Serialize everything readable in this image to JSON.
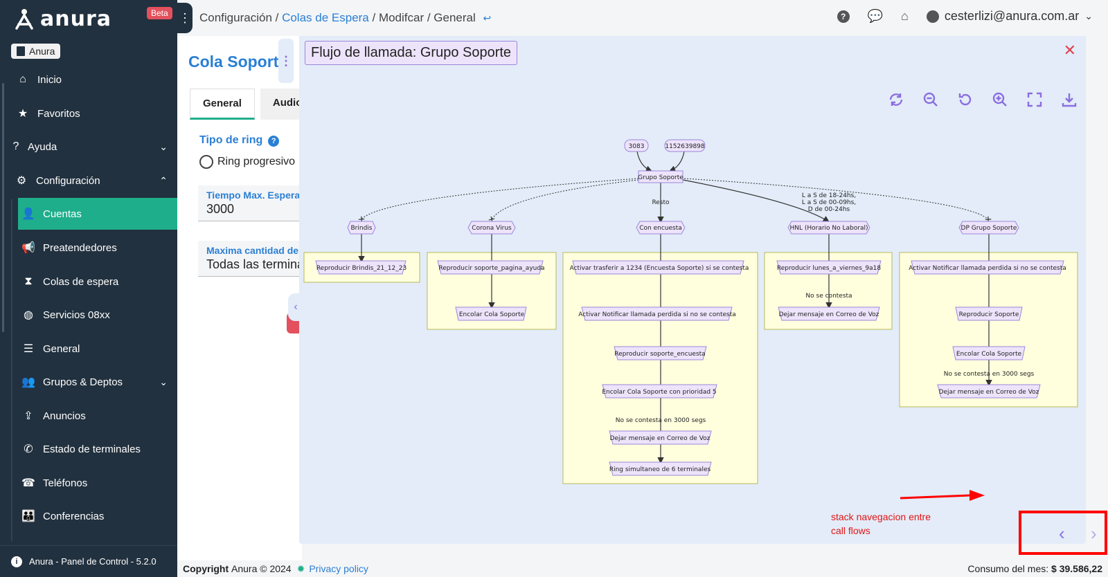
{
  "brand": {
    "name": "anura",
    "beta": "Beta",
    "tenant": "Anura"
  },
  "sidebar": {
    "items": [
      {
        "label": "Inicio",
        "icon": "home-icon"
      },
      {
        "label": "Favoritos",
        "icon": "star-icon"
      },
      {
        "label": "Ayuda",
        "icon": "question-icon"
      },
      {
        "label": "Configuración",
        "icon": "gear-icon"
      },
      {
        "label": "Cuentas",
        "icon": "user-icon"
      },
      {
        "label": "Preatendedores",
        "icon": "megaphone-icon"
      },
      {
        "label": "Colas de espera",
        "icon": "hourglass-icon"
      },
      {
        "label": "Servicios 08xx",
        "icon": "globe-icon"
      },
      {
        "label": "General",
        "icon": "sliders-icon"
      },
      {
        "label": "Grupos & Deptos",
        "icon": "users-icon"
      },
      {
        "label": "Anuncios",
        "icon": "upload-icon"
      },
      {
        "label": "Estado de terminales",
        "icon": "phone-icon"
      },
      {
        "label": "Teléfonos",
        "icon": "fax-icon"
      },
      {
        "label": "Conferencias",
        "icon": "group-icon"
      }
    ],
    "footer": "Anura - Panel de Control - 5.2.0"
  },
  "breadcrumb": {
    "part1": "Configuración",
    "sep": " / ",
    "part2": "Colas de Espera",
    "part3": "Modifcar",
    "part4": "General"
  },
  "user": {
    "email": "cesterlizi@anura.com.ar"
  },
  "content": {
    "title": "Cola Soporte",
    "tabs": [
      "General",
      "Audios"
    ],
    "ring_label": "Tipo de ring",
    "ring_option": "Ring progresivo",
    "field1_label": "Tiempo Max. Espera",
    "field1_value": "3000",
    "field2_label": "Maxima cantidad de",
    "field2_value": "Todas las terminales"
  },
  "modal": {
    "title": "Flujo de llamada: Grupo Soporte",
    "nodes": {
      "n3083": "3083",
      "n115": "1152639898",
      "grupo": "Grupo Soporte",
      "resto": "Resto",
      "sched1": "L a S de 18-24hs,",
      "sched2": "L a S de 00-09hs,",
      "sched3": "D de 00-24hs",
      "brindis": "Brindis",
      "corona": "Corona Virus",
      "encuesta": "Con encuesta",
      "hnl": "HNL (Horario No Laboral)",
      "dp": "DP Grupo Soporte",
      "b1": "Reproducir Brindis_21_12_23",
      "c1": "Reproducir soporte_pagina_ayuda",
      "c2": "Encolar Cola Soporte",
      "e1": "Activar trasferir a 1234 (Encuesta Soporte) si se contesta",
      "e2": "Activar Notificar llamada perdida si no se contesta",
      "e3": "Reproducir soporte_encuesta",
      "e4": "Encolar Cola Soporte con prioridad 5",
      "e5": "No se contesta en 3000 segs",
      "e6": "Dejar mensaje en Correo de Voz",
      "e7": "Ring simultaneo de 6 terminales",
      "h1": "Reproducir lunes_a_viernes_9a18",
      "h2": "No se contesta",
      "h3": "Dejar mensaje en Correo de Voz",
      "d1": "Activar Notificar llamada perdida si no se contesta",
      "d2": "Reproducir Soporte",
      "d3": "Encolar Cola Soporte",
      "d4": "No se contesta en 3000 segs",
      "d5": "Dejar mensaje en Correo de Voz"
    },
    "annotation": "stack navegacion entre call flows"
  },
  "footer": {
    "copyright_bold": "Copyright",
    "copyright_rest": "Anura © 2024",
    "privacy": "Privacy policy",
    "consumo_label": "Consumo del mes:",
    "consumo_value": "$ 39.586,22"
  },
  "colors": {
    "sidebar": "#22313f",
    "accent": "#1fae8b",
    "link": "#2a7fd4",
    "node": "#ede4fb",
    "cluster": "#ffffde",
    "close": "#e0414e"
  }
}
